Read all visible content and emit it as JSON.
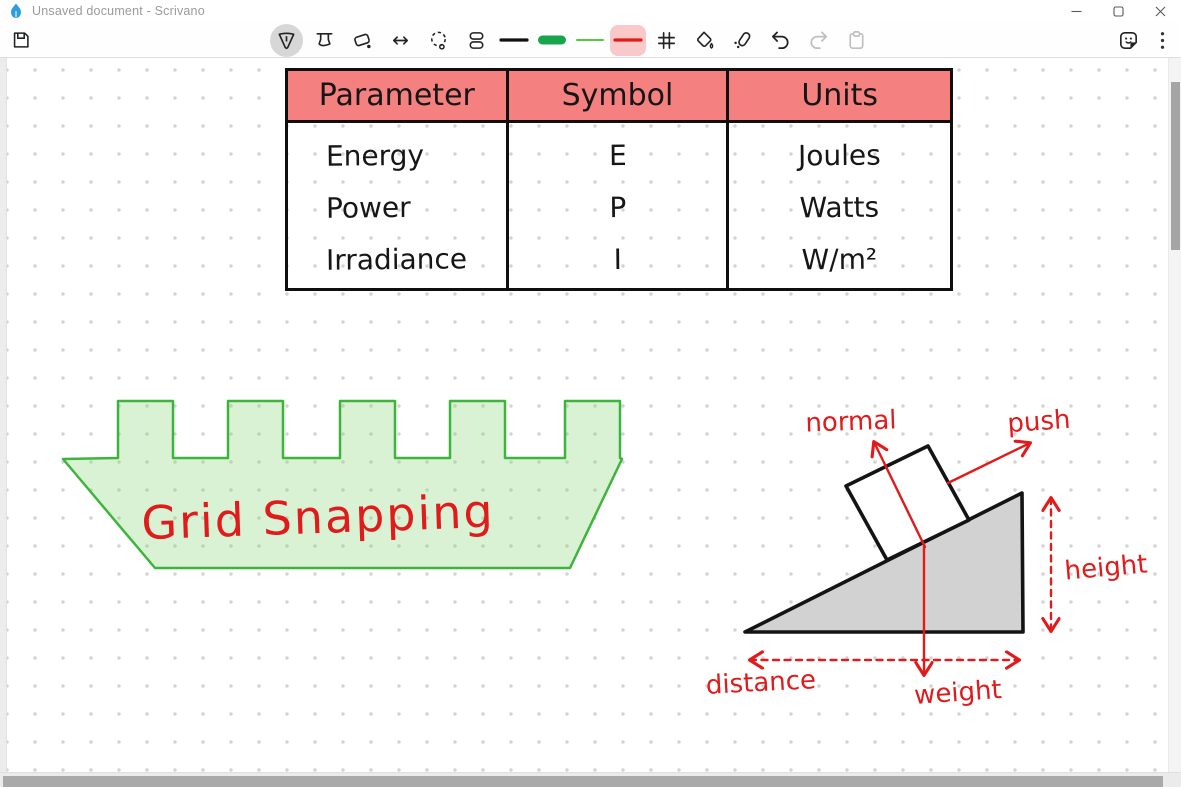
{
  "titlebar": {
    "title": "Unsaved document - Scrivano",
    "logo_icon": "pen-nib-icon",
    "window_controls": [
      "minimize",
      "maximize",
      "close"
    ]
  },
  "toolbar": {
    "left_icon": "save-icon",
    "tools": [
      {
        "icon": "fountain-pen-icon",
        "selected": true
      },
      {
        "icon": "highlighter-icon"
      },
      {
        "icon": "eraser-icon"
      },
      {
        "icon": "horizontal-arrows-icon"
      },
      {
        "icon": "lasso-select-icon"
      },
      {
        "icon": "stacked-shapes-icon"
      },
      {
        "icon": "stroke-preset-black",
        "color": "#111111"
      },
      {
        "icon": "stroke-preset-green-thick",
        "color": "#18a34d"
      },
      {
        "icon": "stroke-preset-green-thin",
        "color": "#55c93e"
      },
      {
        "icon": "stroke-preset-red",
        "color": "#e01b1b",
        "selected": true
      },
      {
        "icon": "grid-icon"
      },
      {
        "icon": "fill-bucket-icon"
      },
      {
        "icon": "laser-pen-icon"
      },
      {
        "icon": "undo-icon"
      },
      {
        "icon": "redo-icon",
        "disabled": true
      },
      {
        "icon": "paste-icon",
        "disabled": true
      }
    ],
    "right_icons": [
      "sticker-icon",
      "kebab-menu-icon"
    ]
  },
  "canvas": {
    "table": {
      "headers": [
        "Parameter",
        "Symbol",
        "Units"
      ],
      "rows": [
        [
          "Energy",
          "E",
          "Joules"
        ],
        [
          "Power",
          "P",
          "Watts"
        ],
        [
          "Irradiance",
          "I",
          "W/m²"
        ]
      ],
      "header_color": "#f48080"
    },
    "grid_shape": {
      "label": "Grid Snapping",
      "stroke_color": "#3db53d",
      "fill_color": "#ddf3d5",
      "label_color": "#e01b1b"
    },
    "incline_diagram": {
      "labels": {
        "normal": "normal",
        "push": "push",
        "height": "height",
        "distance": "distance",
        "weight": "weight"
      },
      "ink_color": "#e01b1b",
      "triangle_fill": "#d2d2d2"
    }
  }
}
